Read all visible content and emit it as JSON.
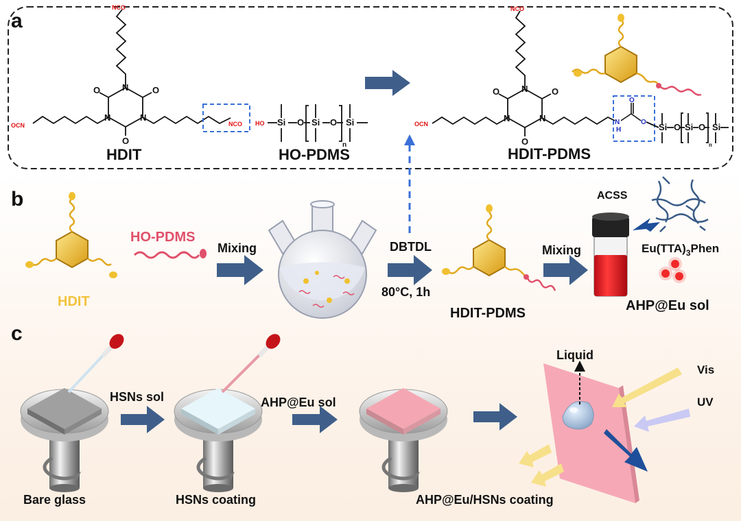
{
  "panels": {
    "a": "a",
    "b": "b",
    "c": "c"
  },
  "panel_a": {
    "hdit_label": "HDIT",
    "hopdms_label": "HO-PDMS",
    "product_label": "HDIT-PDMS",
    "atoms": {
      "nco": "NCO",
      "ocn": "OCN",
      "n": "N",
      "o": "O",
      "ho": "HO",
      "si": "Si",
      "h": "H",
      "sub_n": "n"
    }
  },
  "panel_b": {
    "hdit": "HDIT",
    "hopdms": "HO-PDMS",
    "mixing1": "Mixing",
    "dbtdl": "DBTDL",
    "conditions": "80°C, 1h",
    "hdit_pdms": "HDIT-PDMS",
    "mixing2": "Mixing",
    "acss": "ACSS",
    "eu_main": "Eu(TTA)",
    "eu_sub": "3",
    "eu_tail": "Phen",
    "sol": "AHP@Eu sol"
  },
  "panel_c": {
    "bare_glass": "Bare glass",
    "hsns_sol": "HSNs sol",
    "hsns_coating": "HSNs coating",
    "ahp_sol": "AHP@Eu sol",
    "final_coating": "AHP@Eu/HSNs coating",
    "liquid": "Liquid",
    "vis": "Vis",
    "uv": "UV"
  },
  "colors": {
    "arrow": "#3f5f8a",
    "gold": "#f2c33c",
    "pink": "#e0506a",
    "red_sol": "#e8202a",
    "box": "#3a6fd8"
  }
}
